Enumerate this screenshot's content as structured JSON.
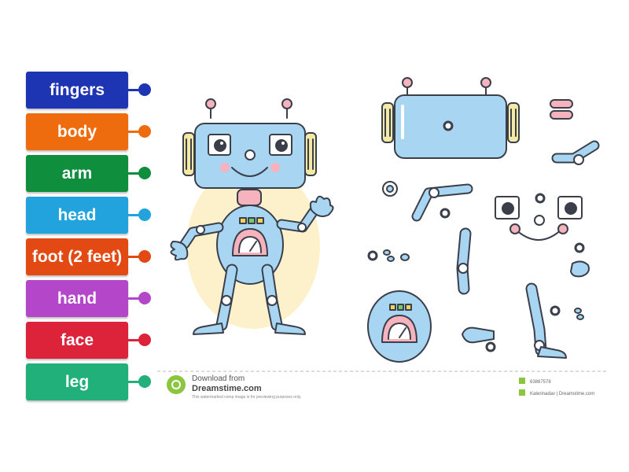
{
  "labels": [
    {
      "text": "fingers",
      "color": "#1e35b3"
    },
    {
      "text": "body",
      "color": "#ee6b0e"
    },
    {
      "text": "arm",
      "color": "#0f8f3e"
    },
    {
      "text": "head",
      "color": "#22a3de"
    },
    {
      "text": "foot (2 feet)",
      "color": "#e34a13"
    },
    {
      "text": "hand",
      "color": "#b447c9"
    },
    {
      "text": "face",
      "color": "#dc2339"
    },
    {
      "text": "leg",
      "color": "#22b07a"
    }
  ],
  "watermark": {
    "download_from": "Download from",
    "site": "Dreamstime.com",
    "disclaimer": "This watermarked comp image is for previewing purposes only.",
    "id": "63867578",
    "credit": "Katerinadav | Dreamstime.com"
  }
}
